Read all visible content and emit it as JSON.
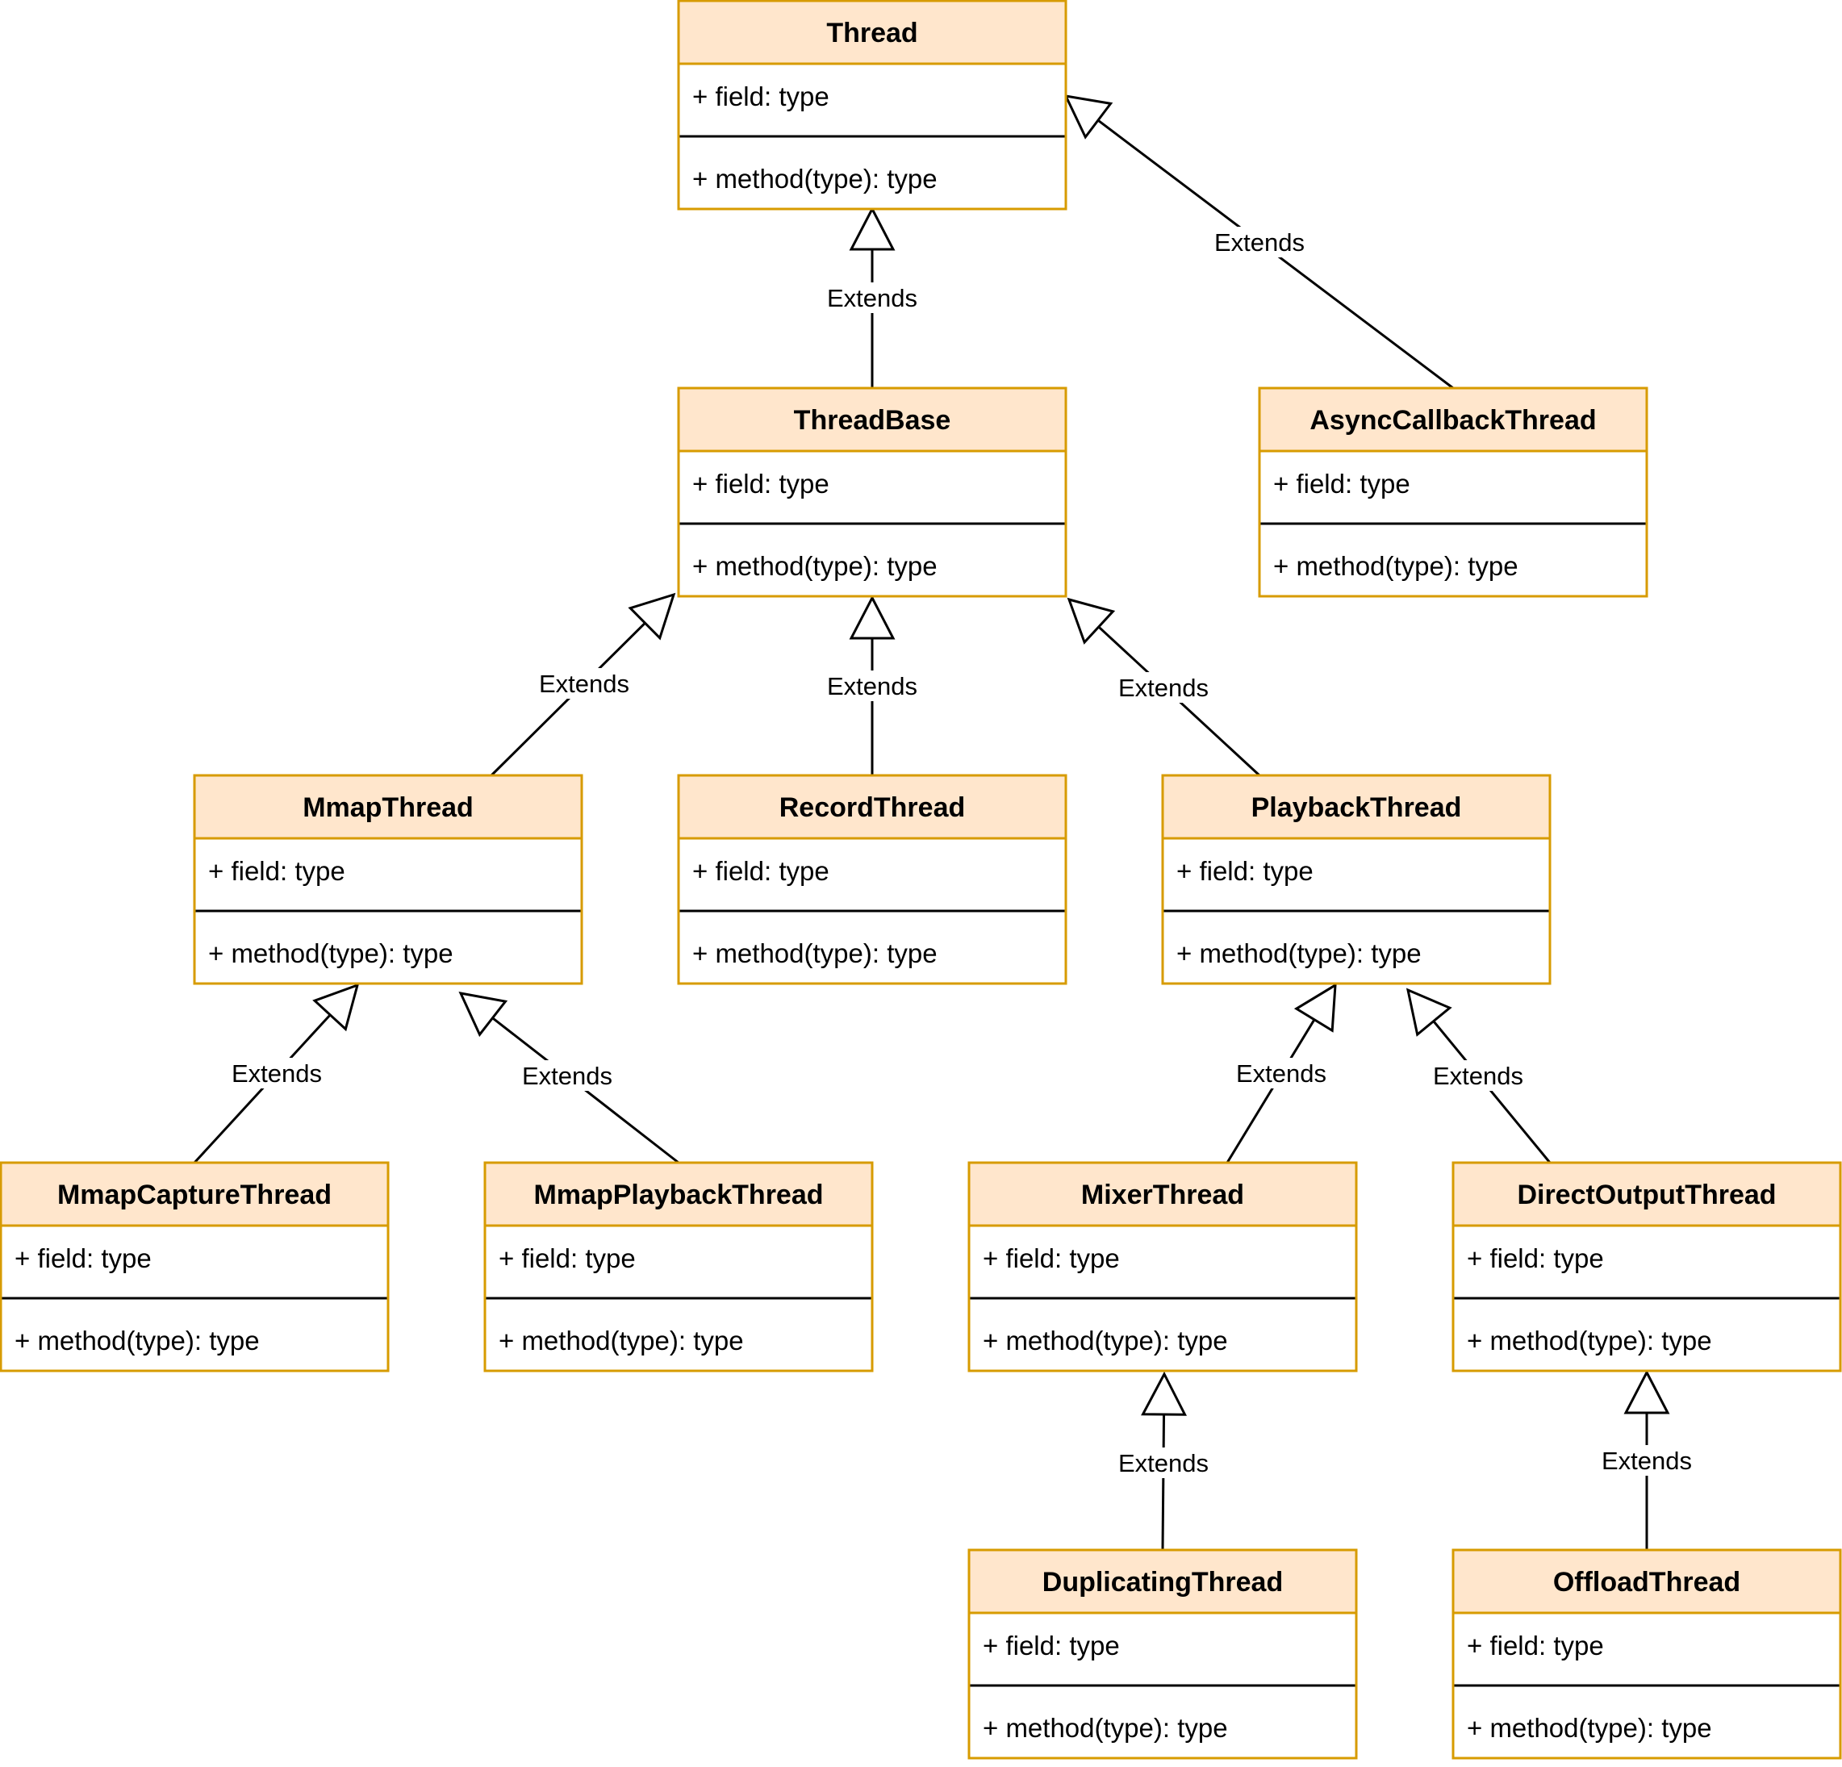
{
  "colors": {
    "header_fill": "#ffe6cc",
    "border": "#d79b00",
    "line": "#000000",
    "background": "#ffffff"
  },
  "classes": [
    {
      "id": "Thread",
      "name": "Thread",
      "field": "+ field: type",
      "method": "+ method(type): type"
    },
    {
      "id": "ThreadBase",
      "name": "ThreadBase",
      "field": "+ field: type",
      "method": "+ method(type): type"
    },
    {
      "id": "AsyncCallbackThread",
      "name": "AsyncCallbackThread",
      "field": "+ field: type",
      "method": "+ method(type): type"
    },
    {
      "id": "MmapThread",
      "name": "MmapThread",
      "field": "+ field: type",
      "method": "+ method(type): type"
    },
    {
      "id": "RecordThread",
      "name": "RecordThread",
      "field": "+ field: type",
      "method": "+ method(type): type"
    },
    {
      "id": "PlaybackThread",
      "name": "PlaybackThread",
      "field": "+ field: type",
      "method": "+ method(type): type"
    },
    {
      "id": "MmapCaptureThread",
      "name": "MmapCaptureThread",
      "field": "+ field: type",
      "method": "+ method(type): type"
    },
    {
      "id": "MmapPlaybackThread",
      "name": "MmapPlaybackThread",
      "field": "+ field: type",
      "method": "+ method(type): type"
    },
    {
      "id": "MixerThread",
      "name": "MixerThread",
      "field": "+ field: type",
      "method": "+ method(type): type"
    },
    {
      "id": "DirectOutputThread",
      "name": "DirectOutputThread",
      "field": "+ field: type",
      "method": "+ method(type): type"
    },
    {
      "id": "DuplicatingThread",
      "name": "DuplicatingThread",
      "field": "+ field: type",
      "method": "+ method(type): type"
    },
    {
      "id": "OffloadThread",
      "name": "OffloadThread",
      "field": "+ field: type",
      "method": "+ method(type): type"
    }
  ],
  "relations": [
    {
      "from": "ThreadBase",
      "to": "Thread",
      "label": "Extends"
    },
    {
      "from": "AsyncCallbackThread",
      "to": "Thread",
      "label": "Extends"
    },
    {
      "from": "MmapThread",
      "to": "ThreadBase",
      "label": "Extends"
    },
    {
      "from": "RecordThread",
      "to": "ThreadBase",
      "label": "Extends"
    },
    {
      "from": "PlaybackThread",
      "to": "ThreadBase",
      "label": "Extends"
    },
    {
      "from": "MmapCaptureThread",
      "to": "MmapThread",
      "label": "Extends"
    },
    {
      "from": "MmapPlaybackThread",
      "to": "MmapThread",
      "label": "Extends"
    },
    {
      "from": "MixerThread",
      "to": "PlaybackThread",
      "label": "Extends"
    },
    {
      "from": "DirectOutputThread",
      "to": "PlaybackThread",
      "label": "Extends"
    },
    {
      "from": "DuplicatingThread",
      "to": "MixerThread",
      "label": "Extends"
    },
    {
      "from": "OffloadThread",
      "to": "DirectOutputThread",
      "label": "Extends"
    }
  ]
}
